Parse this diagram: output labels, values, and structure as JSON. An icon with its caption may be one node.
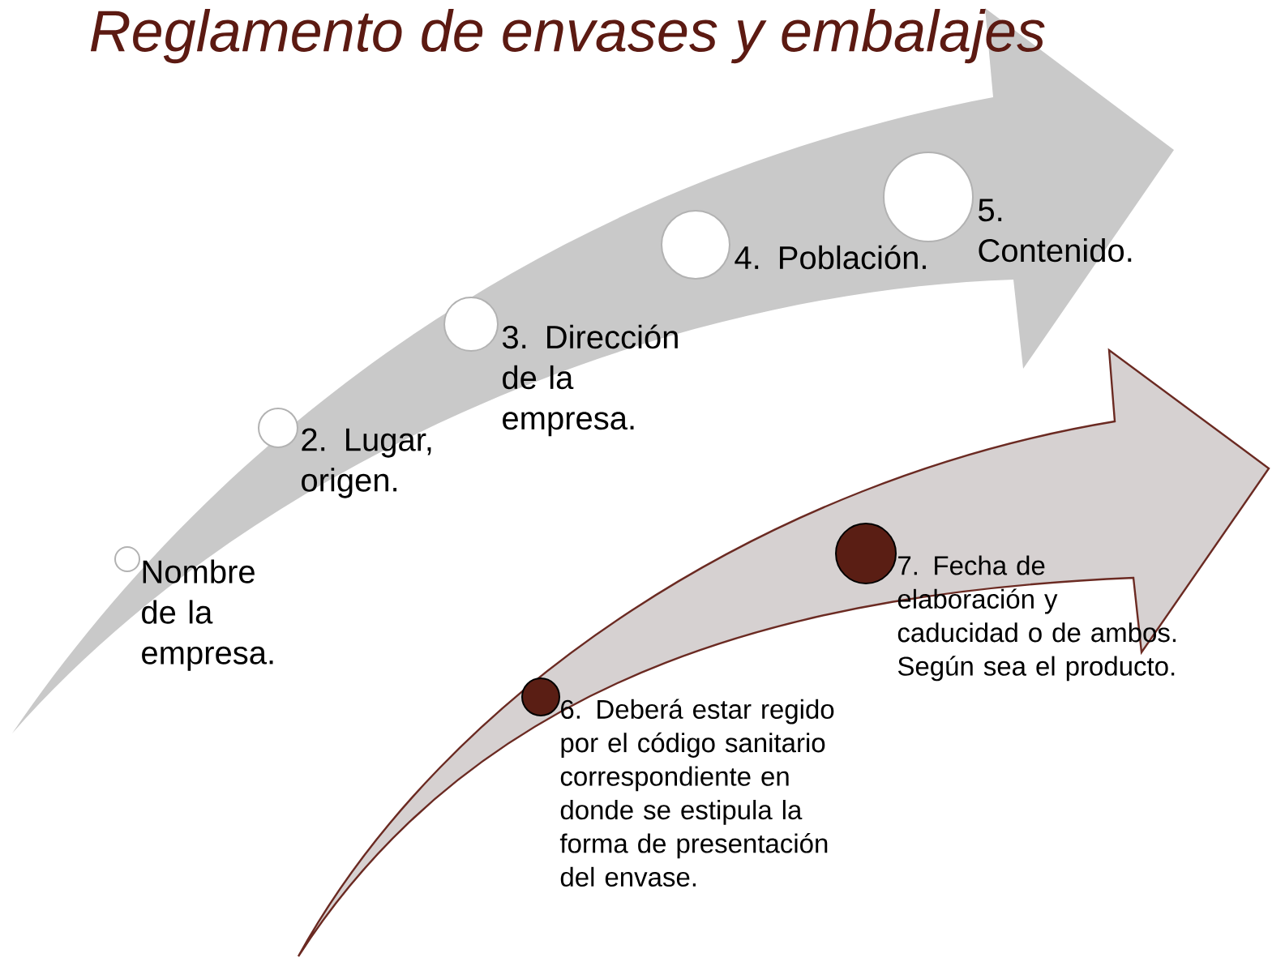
{
  "diagram": {
    "title": "Reglamento de envases y embalajes",
    "nodes": [
      {
        "text": [
          "Nombre de la empresa."
        ]
      },
      {
        "text": [
          "2. Lugar, origen."
        ]
      },
      {
        "text": [
          "3. Dirección de la empresa."
        ]
      },
      {
        "text": [
          "4. Población."
        ]
      },
      {
        "text": [
          "5. Contenido."
        ]
      },
      {
        "text": [
          "6. Deberá estar regido por el código sanitario correspondiente en donde se estipula la forma de presentación del envase."
        ]
      },
      {
        "text": [
          "7. Fecha de elaboración y caducidad o de ambos. Según sea el producto."
        ]
      }
    ]
  }
}
